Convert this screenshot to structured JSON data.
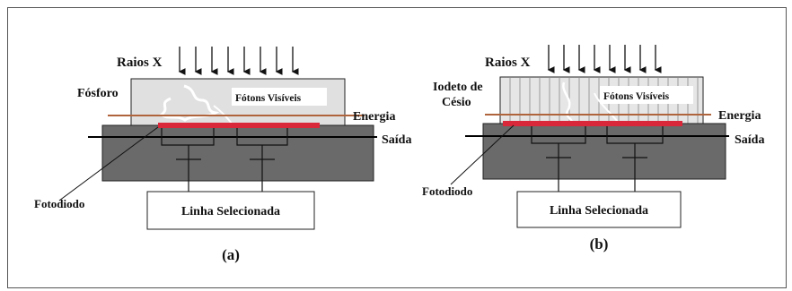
{
  "panel_a": {
    "xray_label": "Raios X",
    "material_label": "Fósforo",
    "photons_label": "Fótons Visíveis",
    "energy_label": "Energia",
    "output_label": "Saída",
    "photodiode_label": "Fotodiodo",
    "row_select_label": "Linha Selecionada",
    "caption": "(a)"
  },
  "panel_b": {
    "xray_label": "Raios X",
    "material_label_line1": "Iodeto de",
    "material_label_line2": "Césio",
    "photons_label": "Fótons Visíveis",
    "energy_label": "Energia",
    "output_label": "Saída",
    "photodiode_label": "Fotodiodo",
    "row_select_label": "Linha Selecionada",
    "caption": "(b)"
  },
  "colors": {
    "substrate": "#6a6a6a",
    "scintillator": "#e0e0e0",
    "photodiode_strip": "#d8283a",
    "energy_line": "#b0643c",
    "output_line": "#000000"
  }
}
